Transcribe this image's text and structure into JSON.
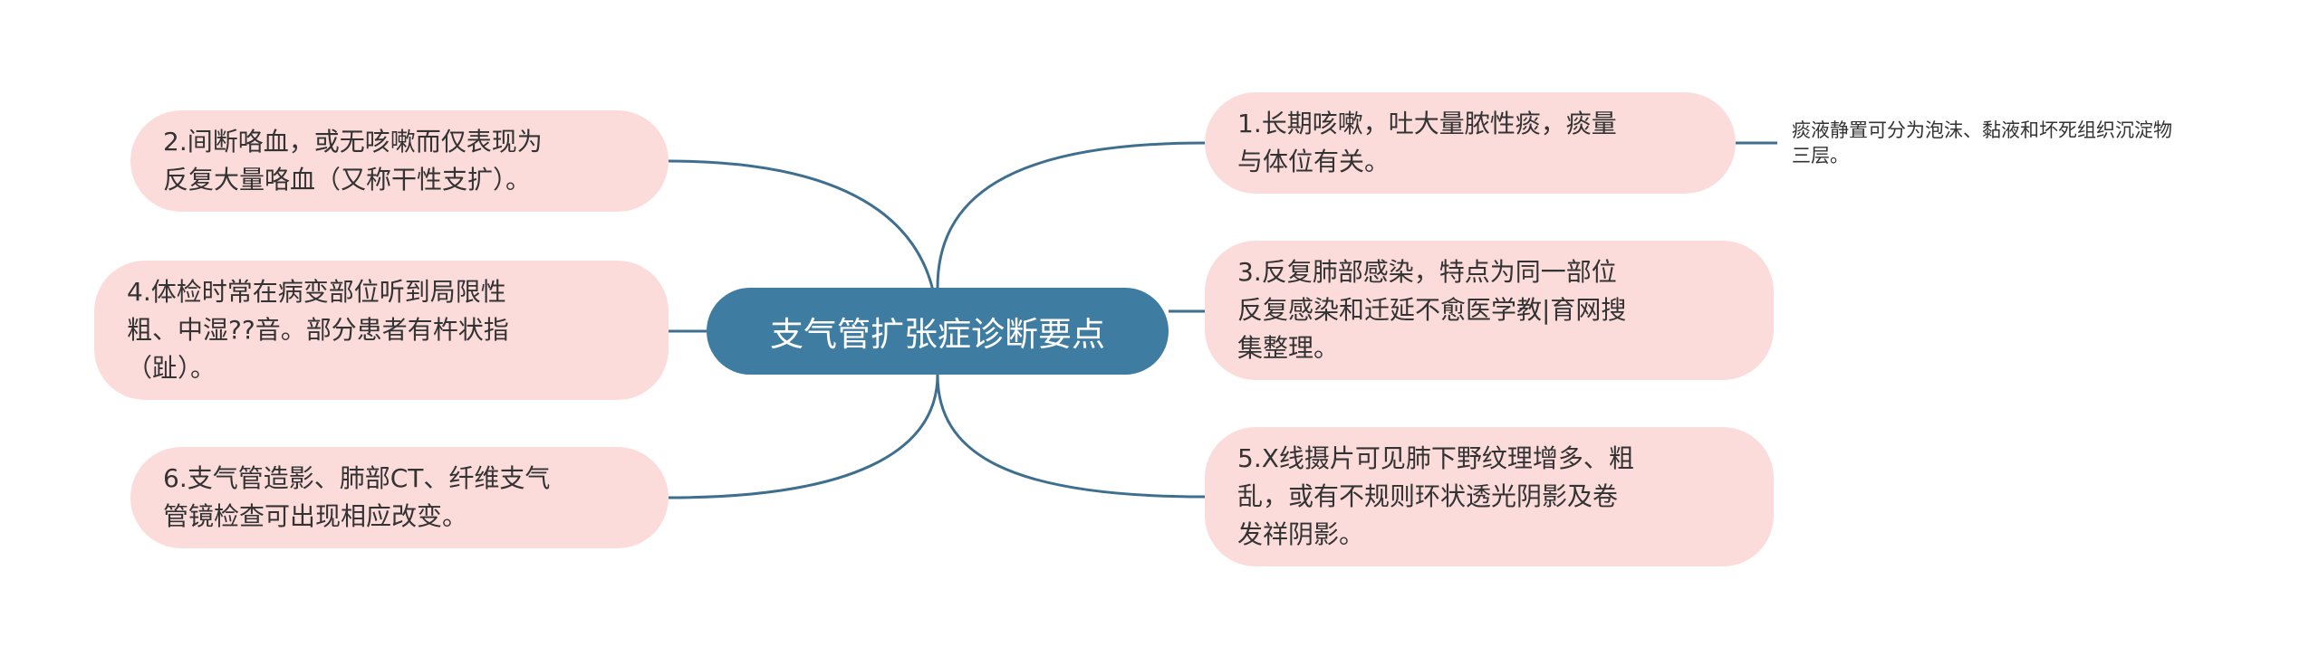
{
  "title": "支气管扩张症诊断要点",
  "colors": {
    "central_fill": "#3e7ca1",
    "central_text": "#ffffff",
    "branch_fill": "#fcdcdb",
    "branch_text": "#333333",
    "connector": "#3e6f8f"
  },
  "left_branches": [
    {
      "text": "2.间断咯血，或无咳嗽而仅表现为\n反复大量咯血（又称干性支扩）。"
    },
    {
      "text": "4.体检时常在病变部位听到局限性\n粗、中湿??音。部分患者有杵状指\n（趾）。"
    },
    {
      "text": "6.支气管造影、肺部CT、纤维支气\n管镜检查可出现相应改变。"
    }
  ],
  "right_branches": [
    {
      "text": "1.长期咳嗽，吐大量脓性痰，痰量\n与体位有关。",
      "note": "痰液静置可分为泡沫、黏液和坏死组织沉淀物\n三层。"
    },
    {
      "text": "3.反复肺部感染，特点为同一部位\n反复感染和迁延不愈医学教|育网搜\n集整理。"
    },
    {
      "text": "5.X线摄片可见肺下野纹理增多、粗\n乱，或有不规则环状透光阴影及卷\n发祥阴影。"
    }
  ]
}
